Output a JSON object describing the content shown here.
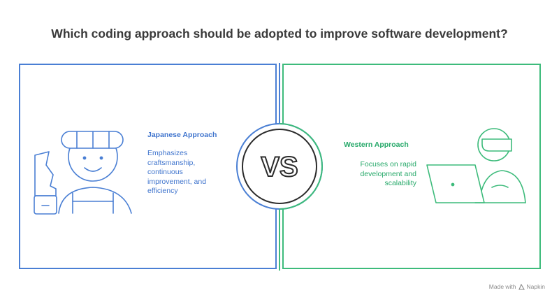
{
  "title": "Which coding approach should be adopted to improve software development?",
  "left": {
    "heading": "Japanese Approach",
    "description": "Emphasizes craftsmanship, continuous improvement, and efficiency",
    "color": "#4a7fd4"
  },
  "right": {
    "heading": "Western Approach",
    "description": "Focuses on rapid development and scalability",
    "color": "#3dbb7b"
  },
  "center": {
    "label": "VS"
  },
  "footer": {
    "made_with": "Made with",
    "brand": "Napkin"
  }
}
